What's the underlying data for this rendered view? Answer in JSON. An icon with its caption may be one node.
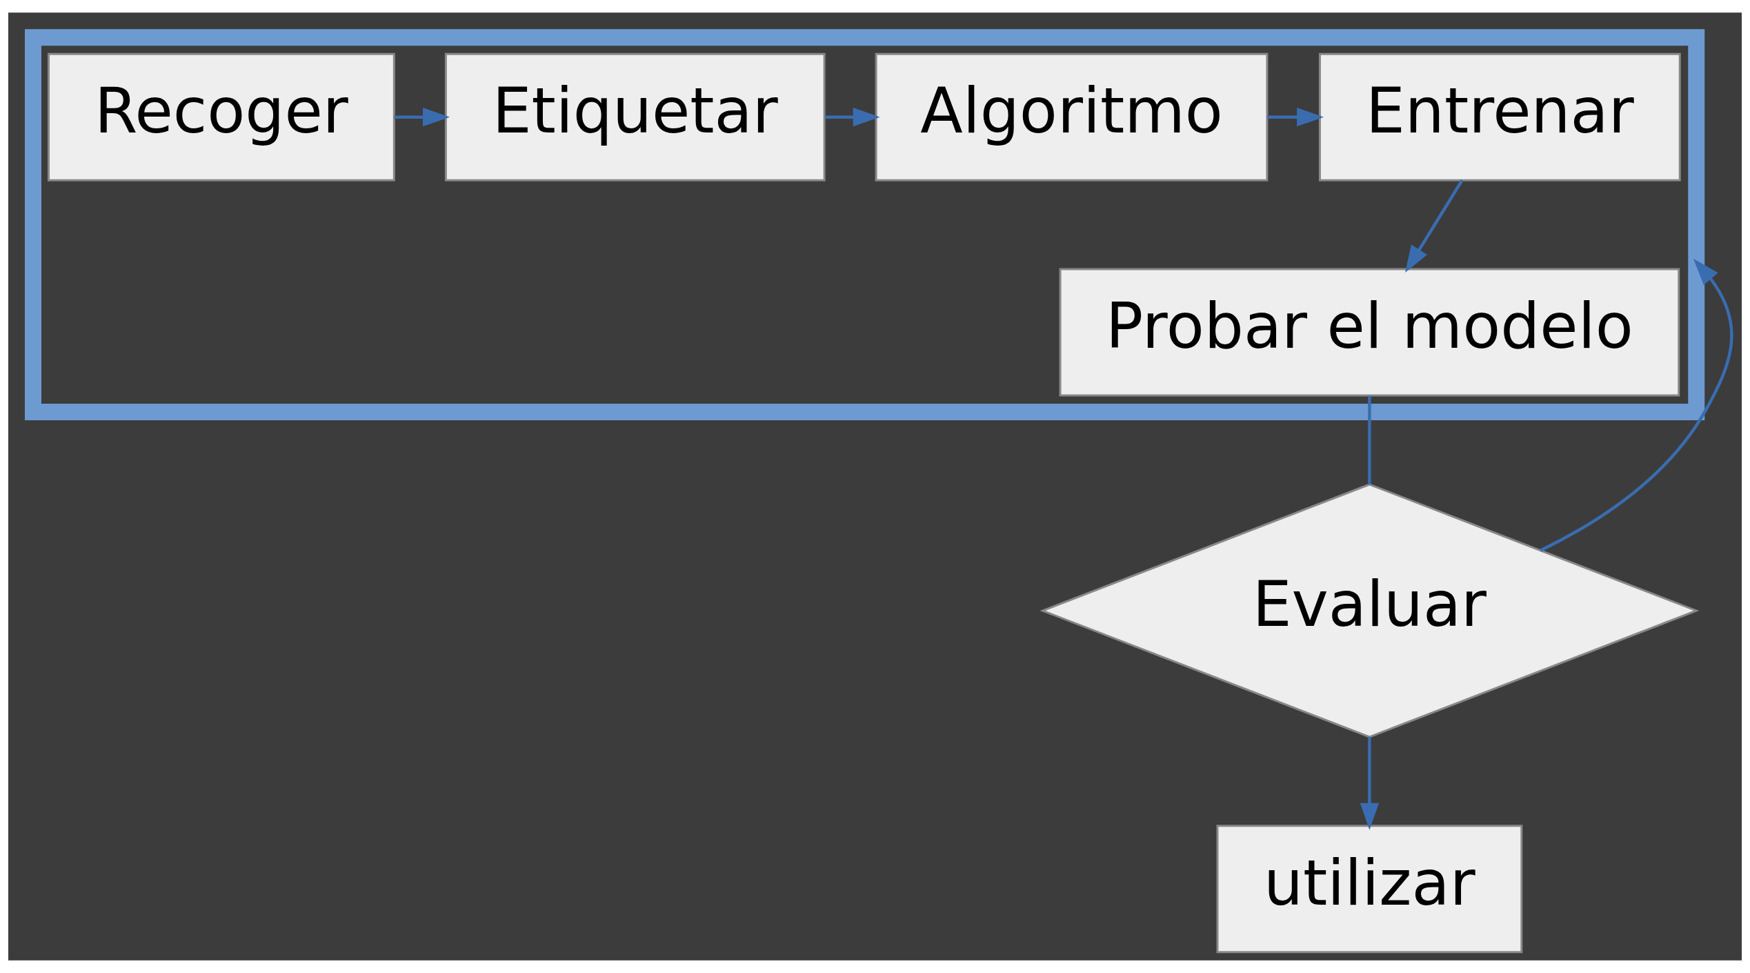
{
  "diagram": {
    "nodes": [
      {
        "text": [],
        "shape": "box"
      },
      {
        "text": [
          "Recoger"
        ],
        "in": 0
      },
      {
        "text": [
          "Etiquetar"
        ],
        "in": 0
      },
      {
        "text": [
          "Algoritmo"
        ],
        "in": 0
      },
      {
        "text": [
          "Entrenar"
        ],
        "in": 0
      },
      {
        "text": [
          "Probar el modelo"
        ],
        "in": 0
      },
      {
        "text": [
          "Evaluar"
        ]
      },
      {
        "text": [
          "utilizar"
        ]
      }
    ],
    "edges": [
      {
        "from": 1,
        "to": 2,
        "arrow": "to"
      },
      {
        "from": 2,
        "to": 3,
        "arrow": "to"
      },
      {
        "from": 3,
        "to": 4,
        "arrow": "to"
      },
      {
        "from": 4,
        "to": 5,
        "arrow": "to"
      },
      {
        "from": 5,
        "to": 6,
        "arrow": "none"
      },
      {
        "from": 6,
        "to": 0,
        "arrow": "to"
      },
      {
        "from": 6,
        "to": 7,
        "arrow": "to"
      }
    ]
  }
}
